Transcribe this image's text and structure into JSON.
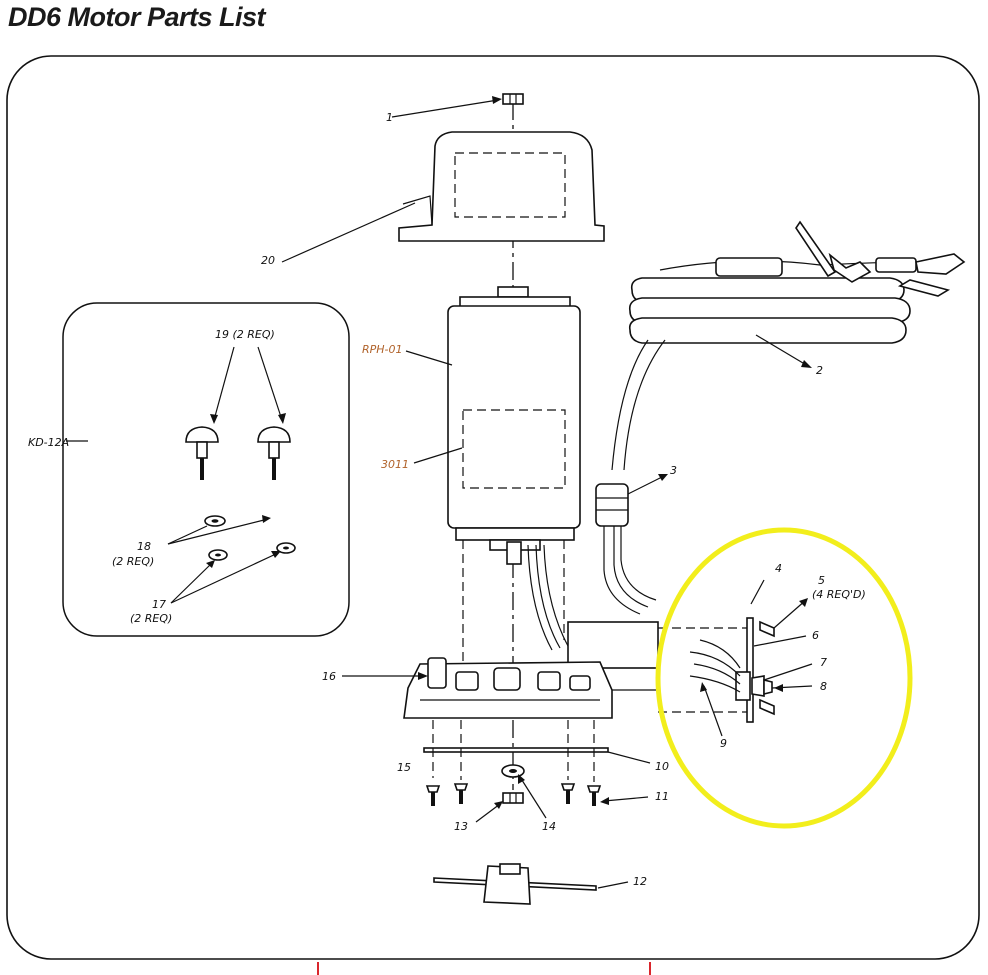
{
  "title": "DD6 Motor Parts List",
  "inset": {
    "label": "KD-12A"
  },
  "labels": {
    "p1": "1",
    "p2": "2",
    "p3": "3",
    "p4": "4",
    "p5": "5",
    "p5_qty": "(4 REQ'D)",
    "p6": "6",
    "p7": "7",
    "p8": "8",
    "p9": "9",
    "p10": "10",
    "p11": "11",
    "p12": "12",
    "p13": "13",
    "p14": "14",
    "p15": "15",
    "p16": "16",
    "p17": "17",
    "p17_qty": "(2 REQ)",
    "p18": "18",
    "p18_qty": "(2 REQ)",
    "p19": "19 (2 REQ)",
    "p20": "20",
    "rph": "RPH-01",
    "code3011": "3011"
  },
  "colors": {
    "highlight": "#f2ee1c",
    "accent_orange": "#b0622a",
    "edge_marks": "#d9262c"
  }
}
